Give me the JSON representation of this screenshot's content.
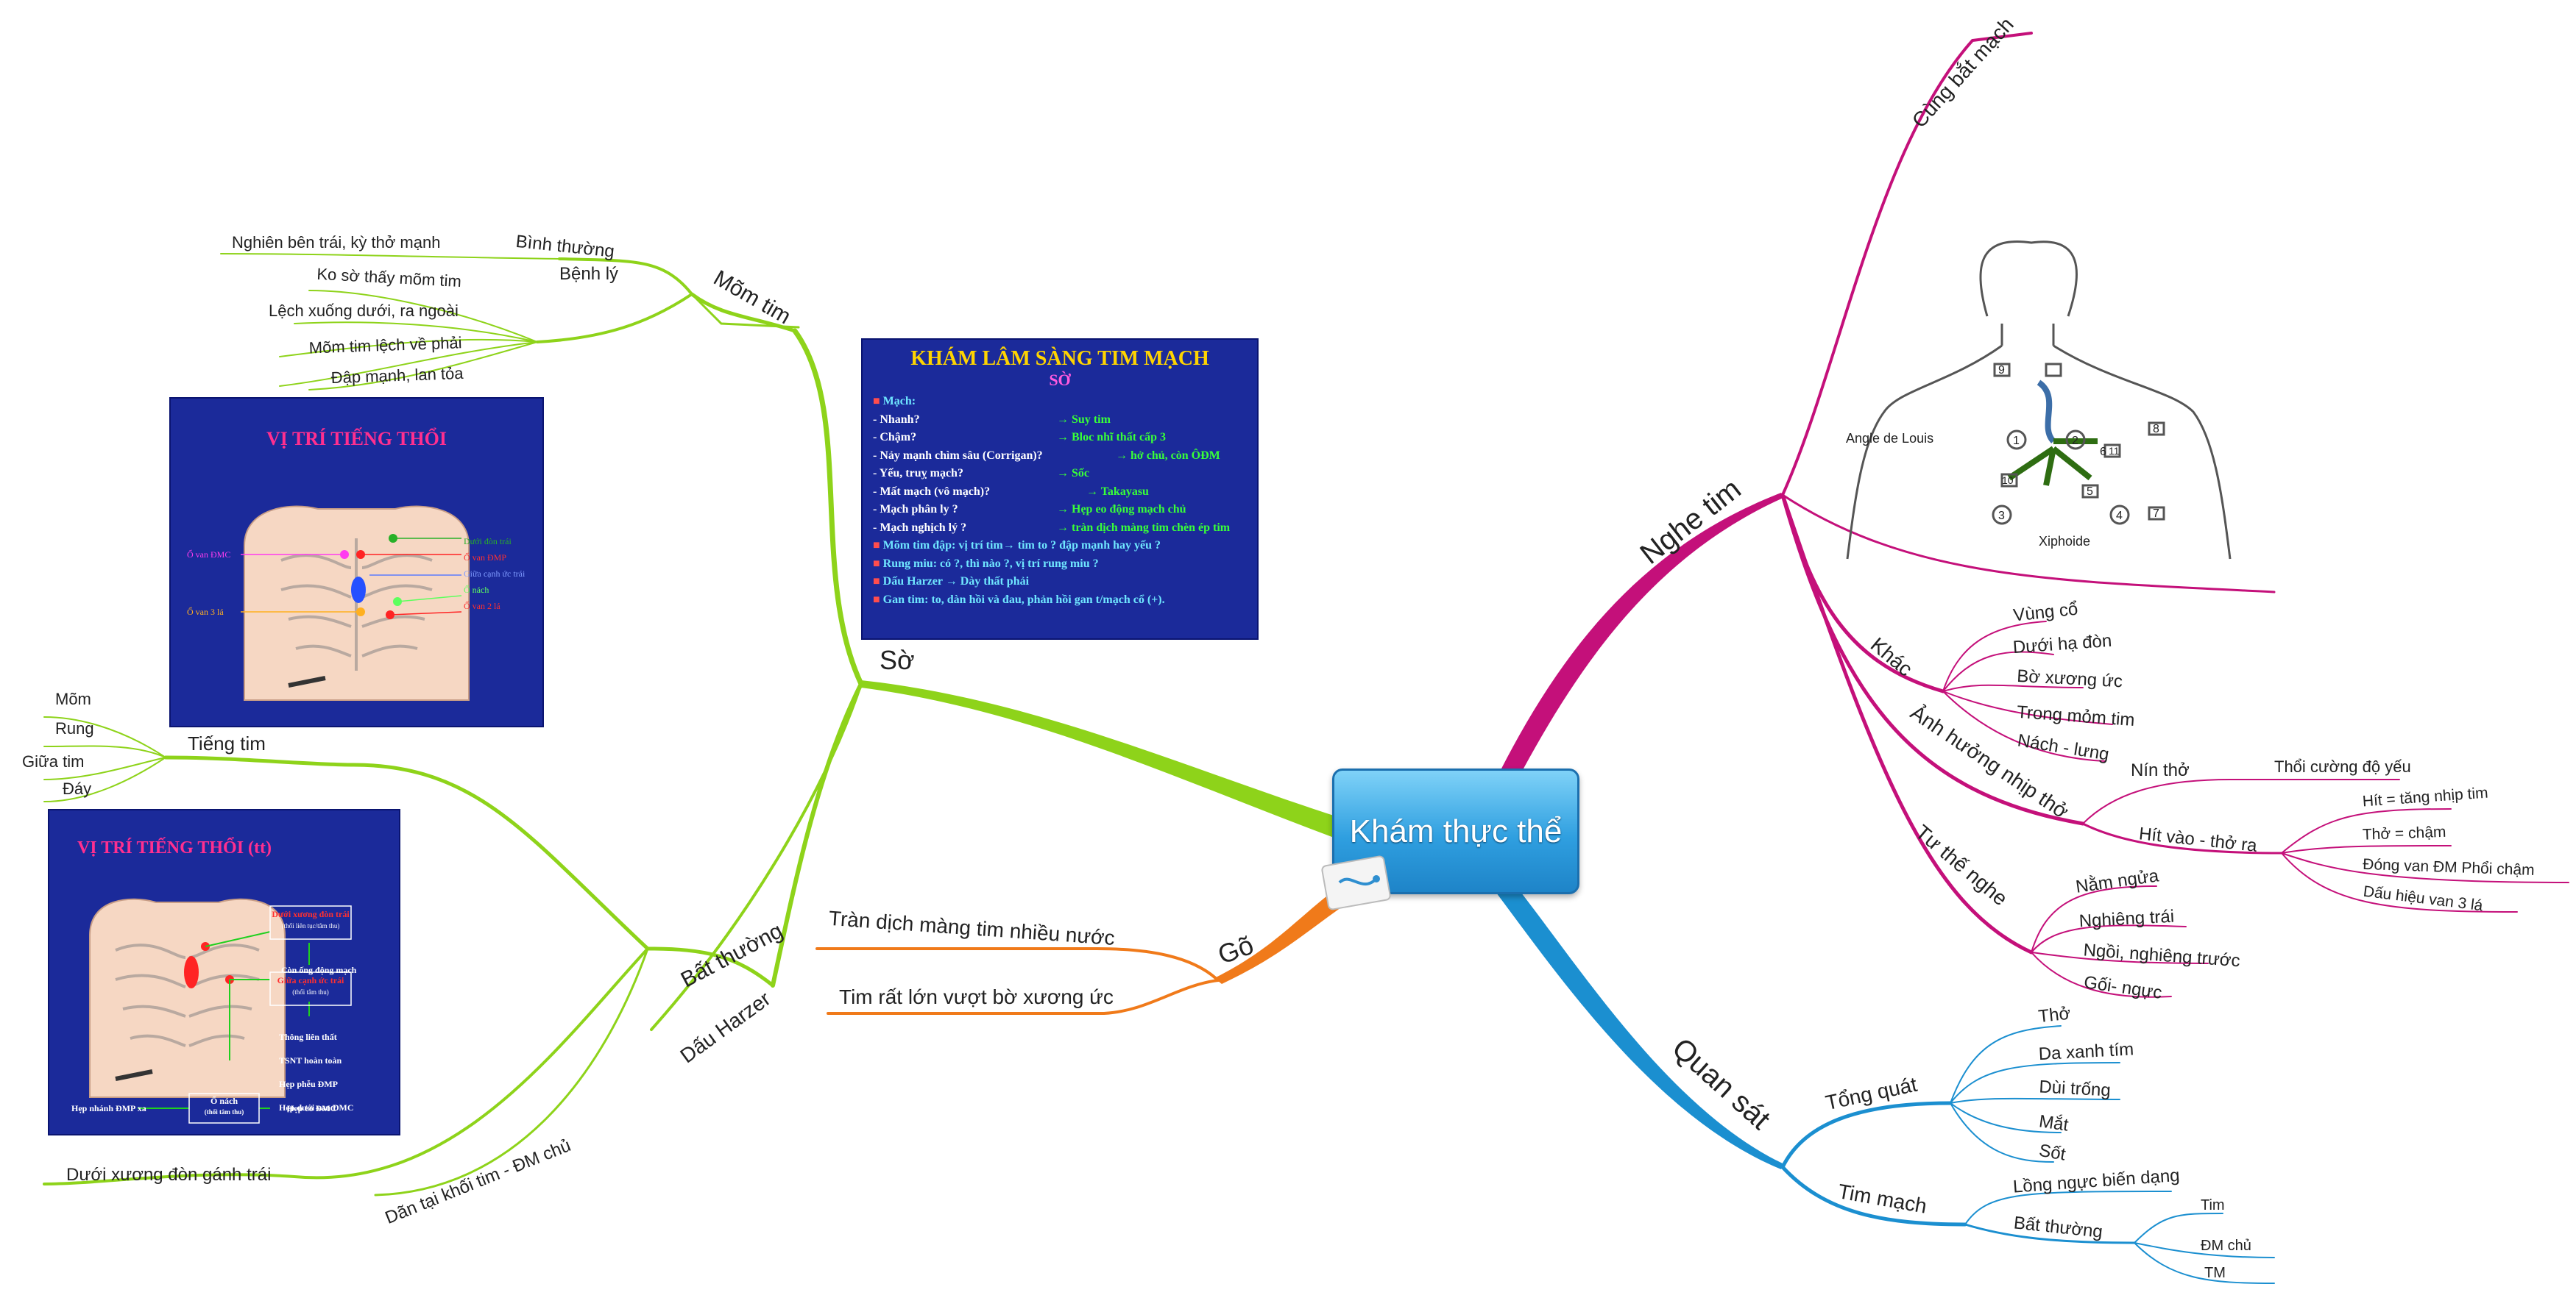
{
  "central": {
    "label": "Khám thực thể"
  },
  "branches": {
    "so": {
      "label": "Sờ",
      "color": "#8ed31a"
    },
    "go": {
      "label": "Gõ",
      "color": "#f07a1a"
    },
    "nghe_tim": {
      "label": "Nghe tim",
      "color": "#c4107a"
    },
    "quan_sat": {
      "label": "Quan sát",
      "color": "#1b8fd0"
    }
  },
  "mom_tim": {
    "label": "Mõm tim",
    "binh_thuong": {
      "label": "Bình thường",
      "items": [
        "Nghiên bên trái, kỳ thở mạnh"
      ]
    },
    "benh_ly": {
      "label": "Bệnh lý",
      "items": [
        "Ko sờ thấy mõm tim",
        "Lệch xuống dưới, ra ngoài",
        "Mõm tim lệch về phải",
        "Đập mạnh, lan tỏa"
      ]
    }
  },
  "tieng_tim": {
    "label": "Tiếng tim",
    "items": [
      "Mõm",
      "Rung",
      "Giữa tim",
      "Đáy"
    ]
  },
  "bat_thuong": {
    "label": "Bất thường",
    "items": [
      "Dưới xương đòn gánh trái",
      "Dãn tại khối tim - ĐM chủ"
    ]
  },
  "dau_harzer": {
    "label": "Dấu Harzer"
  },
  "go_items": [
    "Tràn dịch màng tim nhiều nước",
    "Tim rất lớn vượt bờ xương ức"
  ],
  "nghe_tim": {
    "cung_bat_mach": "Cùng bắt mạch",
    "khac": {
      "label": "Khác",
      "items": [
        "Vùng cổ",
        "Dưới hạ đòn",
        "Bờ xương ức",
        "Trong mỏm tim",
        "Nách - lưng"
      ]
    },
    "anh_huong": {
      "label": "Ảnh hưởng nhịp thở",
      "nin_tho": {
        "label": "Nín thở",
        "items": [
          "Thổi cường độ yếu"
        ]
      },
      "hit_vao": {
        "label": "Hít vào - thở ra",
        "items": [
          "Hít = tăng nhịp tim",
          "Thở = chậm",
          "Đóng van ĐM Phổi chậm",
          "Dấu hiệu van 3 lá"
        ]
      }
    },
    "tu_the": {
      "label": "Tư thế nghe",
      "items": [
        "Nằm ngửa",
        "Nghiêng trái",
        "Ngồi, nghiêng trước",
        "Gối- ngực"
      ]
    }
  },
  "quan_sat": {
    "tong_quat": {
      "label": "Tổng quát",
      "items": [
        "Thở",
        "Da xanh tím",
        "Dùi trống",
        "Mắt",
        "Sốt"
      ]
    },
    "tim_mach": {
      "label": "Tim mạch",
      "long_nguc": "Lồng ngực biến dạng",
      "bat_thuong": {
        "label": "Bất thường",
        "items": [
          "Tim",
          "ĐM chủ",
          "TM"
        ]
      }
    }
  },
  "panel_kham": {
    "title": "KHÁM LÂM SÀNG TIM MẠCH",
    "subtitle": "SỜ",
    "head": "Mạch:",
    "rows": [
      {
        "l": "- Nhanh?",
        "r": "→ Suy tim"
      },
      {
        "l": "- Chậm?",
        "r": "→ Bloc nhĩ thất cấp 3"
      },
      {
        "l": "- Nảy mạnh chìm sâu (Corrigan)?",
        "r": "→ hở chủ, còn ÔĐM"
      },
      {
        "l": "- Yếu, truỵ mạch?",
        "r": "→ Sốc"
      },
      {
        "l": "- Mất mạch (vô mạch)?",
        "r": "→ Takayasu"
      },
      {
        "l": "- Mạch phân ly ?",
        "r": "→ Hẹp eo động mạch chủ"
      },
      {
        "l": "- Mạch nghịch lý ?",
        "r": "→ tràn dịch màng tim chèn ép tim"
      }
    ],
    "b1": "Mõm tim đập: vị trí tim→ tim to ? đập mạnh hay yếu ?",
    "b2": "Rung miu: có ?, thì nào ?, vị trí rung miu ?",
    "b3": "Dấu Harzer → Dày thất phải",
    "b4": "Gan tim: to, dàn hồi và đau, phản hồi gan t/mạch cổ (+)."
  },
  "panel_vt1": {
    "title": "VỊ TRÍ TIẾNG THỔI",
    "labels": [
      "Dưới đòn trái",
      "Ổ van ĐMP",
      "Giữa cạnh ức trái",
      "Ổ nách",
      "Ổ van 2 lá",
      "Ổ van ĐMC",
      "Ổ van 3 lá"
    ]
  },
  "panel_vt2": {
    "title": "VỊ TRÍ TIẾNG THỔI (tt)",
    "labels": [
      "Dưới xương đòn trái",
      "(thổi liên tục/tâm thu)",
      "Còn ống động mạch",
      "Giữa cạnh ức trái",
      "(thổi tâm thu)",
      "Thông liên thất",
      "TSNT hoàn toàn",
      "Hẹp phễu ĐMP",
      "Hẹp dưới van ĐMC",
      "Ổ nách",
      "(thổi tâm thu)",
      "Hẹp nhánh ĐMP xa",
      "Hẹp eo ĐMC"
    ]
  },
  "auscultation": {
    "labels": [
      "Angle de Louis",
      "Xiphoide",
      "1",
      "2",
      "3",
      "4",
      "5",
      "6",
      "7",
      "8",
      "9",
      "10",
      "11"
    ]
  }
}
